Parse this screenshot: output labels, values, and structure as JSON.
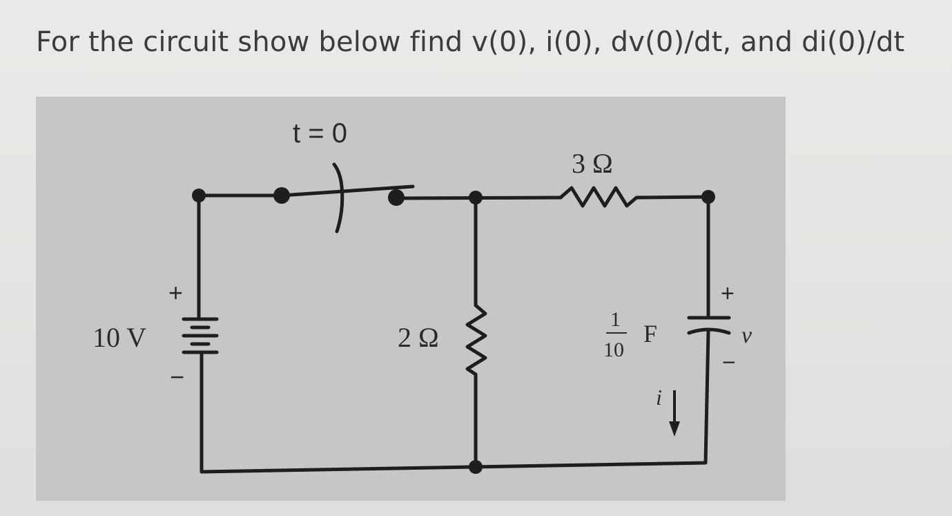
{
  "question": "For the circuit show below find v(0), i(0), dv(0)/dt, and di(0)/dt",
  "circuit": {
    "switch_label": "t = 0",
    "resistor_series_label": "3 Ω",
    "resistor_shunt_label": "2 Ω",
    "source_label": "10 V",
    "source_plus": "+",
    "source_minus": "−",
    "capacitor_numerator": "1",
    "capacitor_denominator": "10",
    "capacitor_unit": "F",
    "capacitor_plus": "+",
    "capacitor_minus": "−",
    "voltage_label": "v",
    "current_label": "i"
  },
  "colors": {
    "background": "#e4e6e3",
    "figure_background": "#c6c6c4",
    "wire": "#1e1e1e",
    "text": "#3c3c3c"
  }
}
